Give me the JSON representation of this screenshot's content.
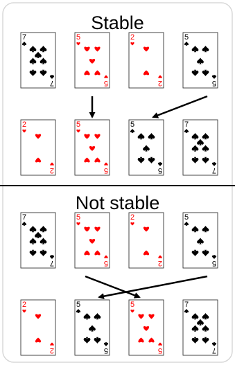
{
  "sections": [
    {
      "title": "Stable",
      "top_row": [
        {
          "rank": "7",
          "suit": "spade",
          "color": "#000000"
        },
        {
          "rank": "5",
          "suit": "heart",
          "color": "#ff0000"
        },
        {
          "rank": "2",
          "suit": "heart",
          "color": "#ff0000"
        },
        {
          "rank": "5",
          "suit": "spade",
          "color": "#000000"
        }
      ],
      "bottom_row": [
        {
          "rank": "2",
          "suit": "heart",
          "color": "#ff0000"
        },
        {
          "rank": "5",
          "suit": "heart",
          "color": "#ff0000"
        },
        {
          "rank": "5",
          "suit": "spade",
          "color": "#000000"
        },
        {
          "rank": "7",
          "suit": "spade",
          "color": "#000000"
        }
      ],
      "arrows": [
        {
          "from_col": 1,
          "to_col": 1
        },
        {
          "from_col": 3,
          "to_col": 2
        }
      ]
    },
    {
      "title": "Not stable",
      "top_row": [
        {
          "rank": "7",
          "suit": "spade",
          "color": "#000000"
        },
        {
          "rank": "5",
          "suit": "heart",
          "color": "#ff0000"
        },
        {
          "rank": "2",
          "suit": "heart",
          "color": "#ff0000"
        },
        {
          "rank": "5",
          "suit": "spade",
          "color": "#000000"
        }
      ],
      "bottom_row": [
        {
          "rank": "2",
          "suit": "heart",
          "color": "#ff0000"
        },
        {
          "rank": "5",
          "suit": "spade",
          "color": "#000000"
        },
        {
          "rank": "5",
          "suit": "heart",
          "color": "#ff0000"
        },
        {
          "rank": "7",
          "suit": "spade",
          "color": "#000000"
        }
      ],
      "arrows": [
        {
          "from_col": 1,
          "to_col": 2
        },
        {
          "from_col": 3,
          "to_col": 1
        }
      ]
    }
  ],
  "colors": {
    "border": "#d8d8d8",
    "card_border": "#333333",
    "arrow": "#000000",
    "divider": "#000000"
  }
}
